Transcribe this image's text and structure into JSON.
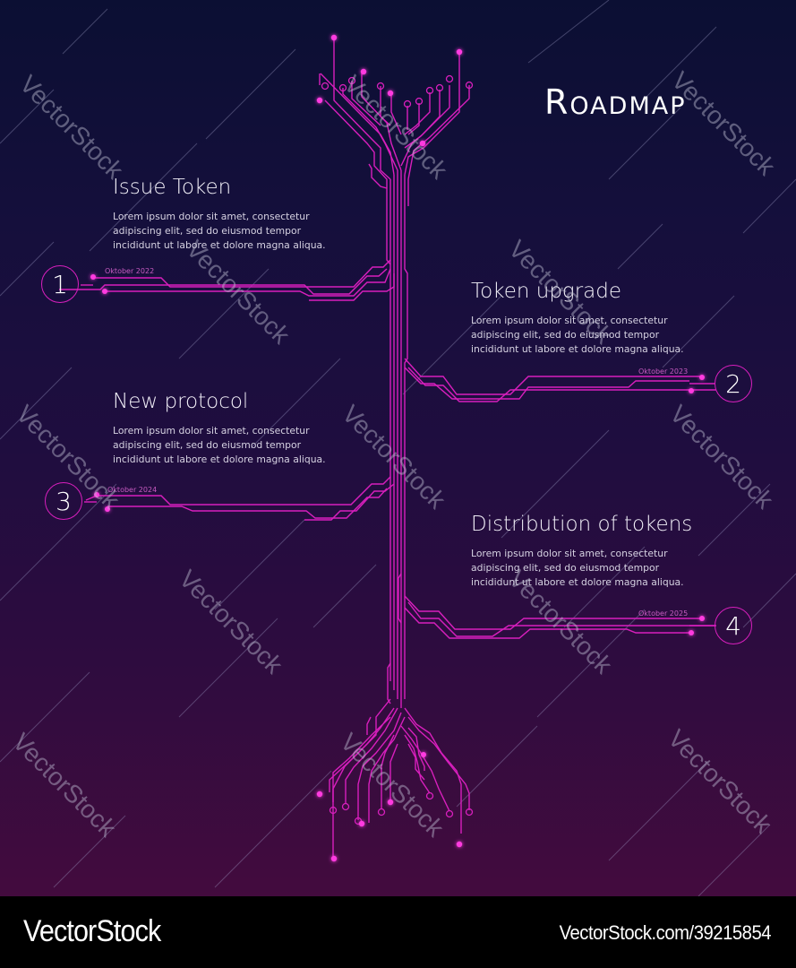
{
  "header": {
    "title": "Roadmap"
  },
  "milestones": [
    {
      "number": "1",
      "title": "Issue Token",
      "description": "Lorem ipsum dolor sit amet, consectetur adipiscing elit, sed do eiusmod tempor incididunt ut labore et dolore magna aliqua.",
      "date": "Oktober 2022"
    },
    {
      "number": "2",
      "title": "Token upgrade",
      "description": "Lorem ipsum dolor sit amet, consectetur adipiscing elit, sed do eiusmod tempor incididunt ut labore et dolore magna aliqua.",
      "date": "Oktober 2023"
    },
    {
      "number": "3",
      "title": "New protocol",
      "description": "Lorem ipsum dolor sit amet, consectetur adipiscing elit, sed do eiusmod tempor incididunt ut labore et dolore magna aliqua.",
      "date": "Oktober 2024"
    },
    {
      "number": "4",
      "title": "Distribution of tokens",
      "description": "Lorem ipsum dolor sit amet, consectetur adipiscing elit, sed do eiusmod tempor incididunt ut labore et dolore magna aliqua.",
      "date": "Oktober 2025"
    }
  ],
  "watermark": {
    "text": "VectorStock"
  },
  "footer": {
    "brand": "VectorStock",
    "image_id": "VectorStock.com/39215854"
  },
  "colors": {
    "accent": "#d81fbd",
    "glow": "#ff3be0",
    "bg_top": "#0b0f33",
    "bg_bottom": "#430b3e",
    "text": "#ffffff"
  },
  "icons": {
    "circuit_tree": "circuit-tree-icon"
  }
}
